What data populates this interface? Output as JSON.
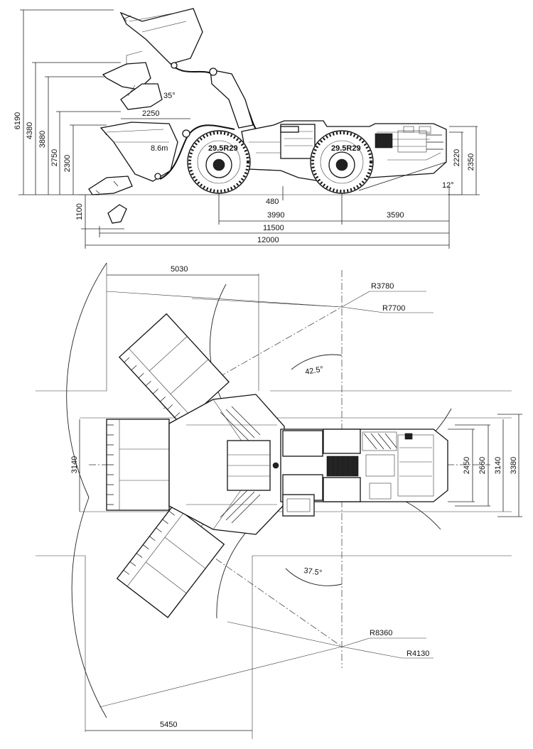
{
  "side_view": {
    "height_labels": [
      "6190",
      "4380",
      "3880",
      "2750",
      "2300",
      "1100"
    ],
    "right_height_labels": [
      "2220",
      "2350"
    ],
    "reach_label": "2250",
    "dump_reach_label": "8.6m",
    "dump_angle_label": "35°",
    "departure_angle_label": "12°",
    "tire_label": "29.5R29",
    "ground_clearance_label": "480",
    "wheelbase_front_label": "3990",
    "rear_overhang_label": "3590",
    "length_label": "11500",
    "total_length_label": "12000"
  },
  "top_view": {
    "width_label_left": "5030",
    "width_label_bottom": "5450",
    "left_width_label": "3140",
    "right_width_labels": [
      "2450",
      "2660",
      "3140",
      "3380"
    ],
    "radius_labels": [
      "R3780",
      "R7700",
      "R8360",
      "R4130"
    ],
    "angle_labels": [
      "42.5°",
      "37.5°"
    ]
  }
}
